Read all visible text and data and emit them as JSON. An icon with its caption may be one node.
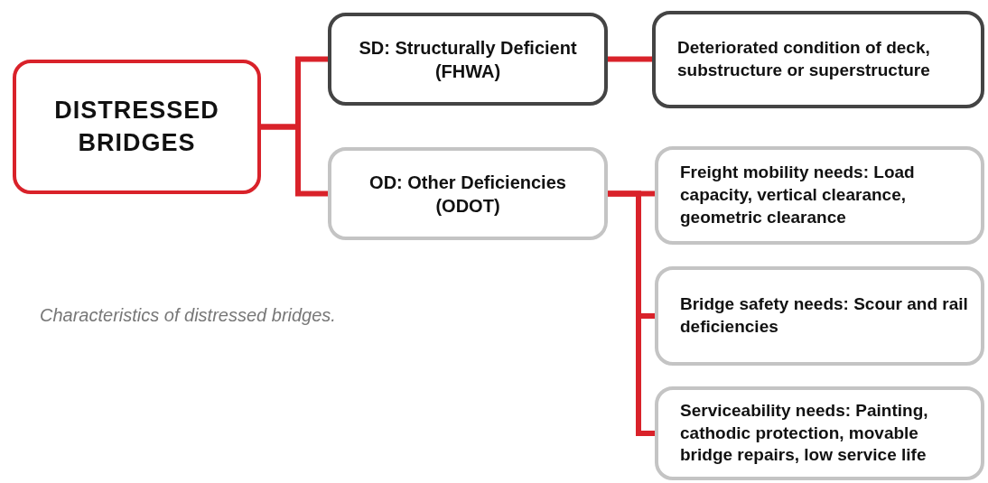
{
  "diagram": {
    "caption": "Characteristics of distressed bridges.",
    "nodes": [
      {
        "text": [
          "DISTRESSED BRIDGES"
        ]
      },
      {
        "text": [
          "SD: Structurally Deficient (FHWA)"
        ]
      },
      {
        "text": [
          "OD: Other Deficiencies (ODOT)"
        ]
      },
      {
        "text": [
          "Deteriorated condition of deck, substructure or superstructure"
        ]
      },
      {
        "text": [
          "Freight mobility needs: Load capacity, vertical clearance, geometric clearance"
        ]
      },
      {
        "text": [
          "Bridge safety needs: Scour and rail deficiencies"
        ]
      },
      {
        "text": [
          "Serviceability needs: Painting, cathodic protection, movable bridge repairs, low service life"
        ]
      }
    ],
    "edges": [
      {
        "from": 0,
        "to": 1,
        "arrow": "none"
      },
      {
        "from": 0,
        "to": 2,
        "arrow": "none"
      },
      {
        "from": 1,
        "to": 3,
        "arrow": "none"
      },
      {
        "from": 2,
        "to": 4,
        "arrow": "none"
      },
      {
        "from": 2,
        "to": 5,
        "arrow": "none"
      },
      {
        "from": 2,
        "to": 6,
        "arrow": "none"
      }
    ]
  }
}
